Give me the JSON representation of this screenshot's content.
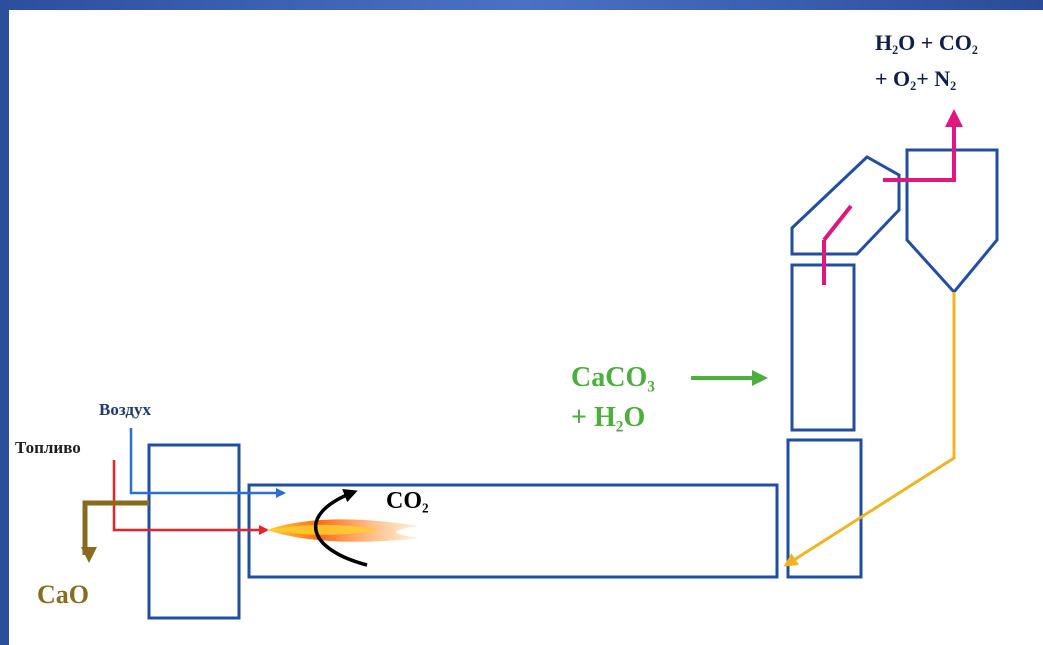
{
  "labels": {
    "air": "Воздух",
    "fuel": "Топливо",
    "cao": "CaO",
    "co2_kiln": {
      "main": "CO",
      "sub": "2"
    },
    "feed_line1": {
      "a": "CaCO",
      "a_sub": "3"
    },
    "feed_line2": {
      "a": "+ H",
      "a_sub": "2",
      "b": "O"
    },
    "exhaust_line1": {
      "a": "H",
      "a_sub": "2",
      "b": "O + CO",
      "b_sub": "2"
    },
    "exhaust_line2": {
      "a": "+ O",
      "a_sub": "2",
      "b": "+ N",
      "b_sub": "2"
    }
  },
  "colors": {
    "equipment_outline": "#1f4ea3",
    "air_flow": "#2b6fd6",
    "fuel_flow": "#e8222a",
    "cao_flow": "#8a6a1c",
    "feed_flow": "#4cae3c",
    "gas_flow": "#e0177f",
    "solids_return": "#f0b323",
    "rotation_arrow": "#000000",
    "frame": "#3d62b4"
  }
}
